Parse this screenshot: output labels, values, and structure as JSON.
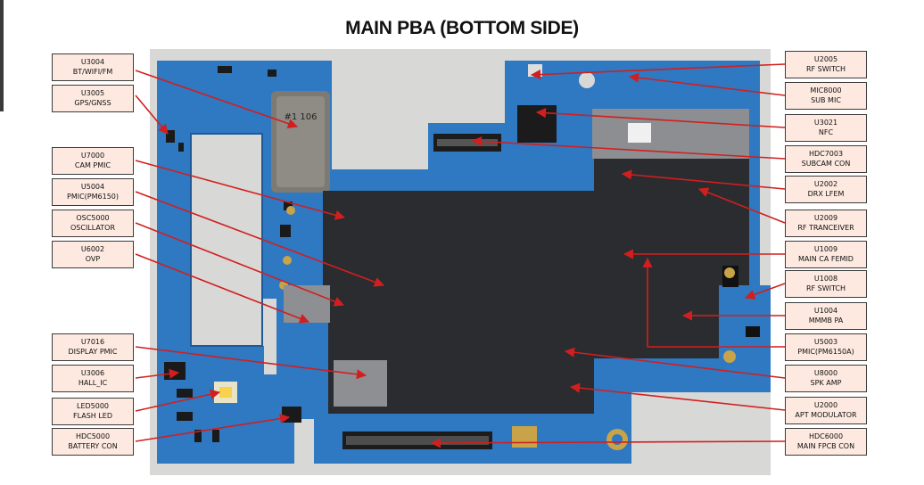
{
  "title": "MAIN PBA (BOTTOM SIDE)",
  "colors": {
    "arrow": "#d11f1f",
    "label_bg": "#fde9df",
    "pcb": "#2f78c2",
    "shield": "#2a2c30"
  },
  "chip_marking": "#1 106",
  "labels_left": [
    {
      "id": "U3004",
      "desc": "BT/WIFI/FM"
    },
    {
      "id": "U3005",
      "desc": "GPS/GNSS"
    },
    {
      "id": "U7000",
      "desc": "CAM PMIC"
    },
    {
      "id": "U5004",
      "desc": "PMIC(PM6150)"
    },
    {
      "id": "OSC5000",
      "desc": "OSCILLATOR"
    },
    {
      "id": "U6002",
      "desc": "OVP"
    },
    {
      "id": "U7016",
      "desc": "DISPLAY PMIC"
    },
    {
      "id": "U3006",
      "desc": "HALL_IC"
    },
    {
      "id": "LED5000",
      "desc": "FLASH LED"
    },
    {
      "id": "HDC5000",
      "desc": "BATTERY  CON"
    }
  ],
  "labels_right": [
    {
      "id": "U2005",
      "desc": "RF SWITCH"
    },
    {
      "id": "MIC8000",
      "desc": "SUB MIC"
    },
    {
      "id": "U3021",
      "desc": "NFC"
    },
    {
      "id": "HDC7003",
      "desc": "SUBCAM CON"
    },
    {
      "id": "U2002",
      "desc": "DRX LFEM"
    },
    {
      "id": "U2009",
      "desc": "RF TRANCEIVER"
    },
    {
      "id": "U1009",
      "desc": "MAIN  CA FEMID"
    },
    {
      "id": "U1008",
      "desc": "RF SWITCH"
    },
    {
      "id": "U1004",
      "desc": "MMMB PA"
    },
    {
      "id": "U5003",
      "desc": "PMIC(PM6150A)"
    },
    {
      "id": "U8000",
      "desc": "SPK AMP"
    },
    {
      "id": "U2000",
      "desc": "APT MODULATOR"
    },
    {
      "id": "HDC6000",
      "desc": "MAIN  FPCB CON"
    }
  ]
}
